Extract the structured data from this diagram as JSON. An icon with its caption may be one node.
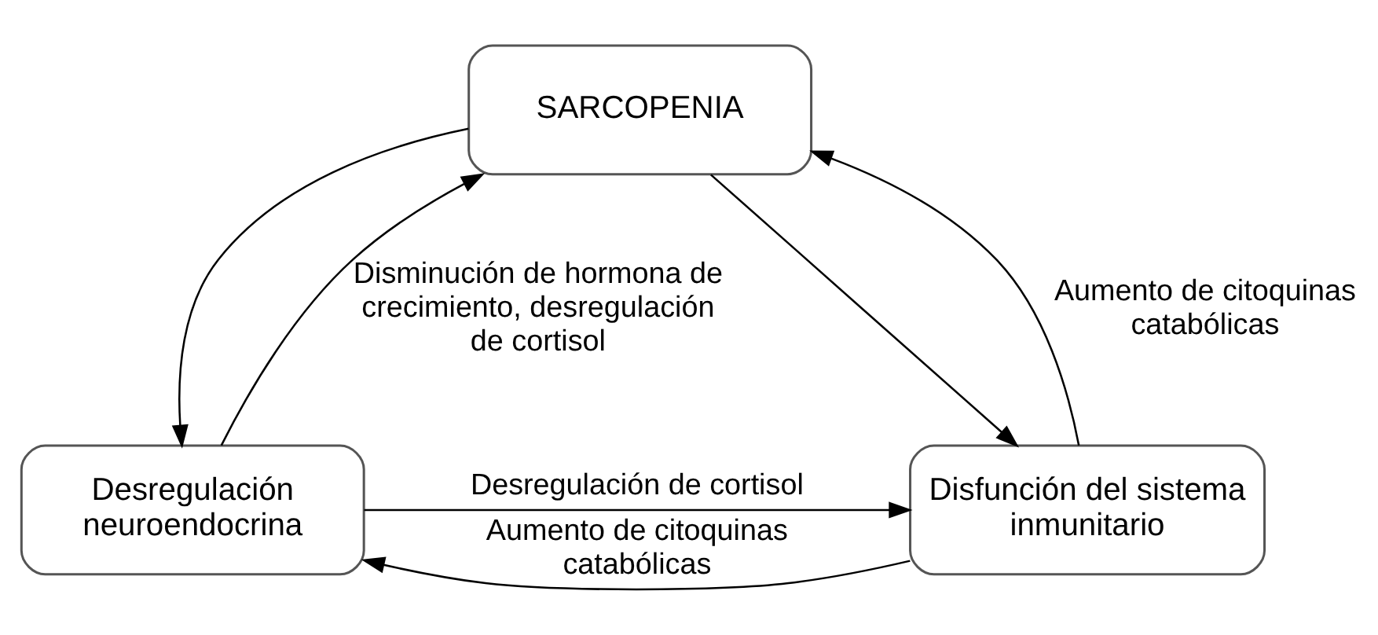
{
  "diagram": {
    "nodes": [
      {
        "text": [
          "SARCOPENIA"
        ]
      },
      {
        "text": [
          "Desregulación neuroendocrina"
        ]
      },
      {
        "text": [
          "Disfunción del sistema inmunitario"
        ]
      }
    ],
    "edges": [
      {
        "from": 1,
        "to": 0,
        "arrow": "to",
        "label": "Disminución de hormona de crecimiento, desregulación de cortisol"
      },
      {
        "from": 0,
        "to": 1,
        "arrow": "to"
      },
      {
        "from": 0,
        "to": 2,
        "arrow": "to"
      },
      {
        "from": 2,
        "to": 0,
        "arrow": "to",
        "label": "Aumento de citoquinas catabólicas"
      },
      {
        "from": 2,
        "to": 1,
        "arrow": "to",
        "label": "Aumento de citoquinas catabólicas"
      },
      {
        "from": 1,
        "to": 2,
        "arrow": "to",
        "label": "Desregulación de cortisol"
      }
    ]
  }
}
